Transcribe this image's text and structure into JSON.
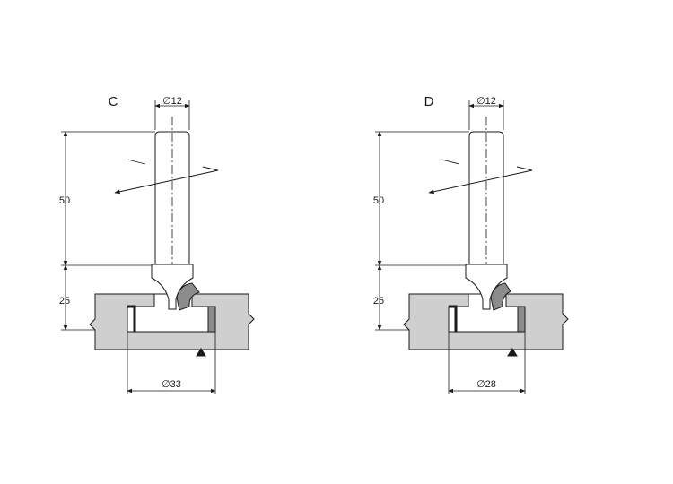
{
  "views": [
    {
      "id": "C",
      "label": "C",
      "shank_diameter": "∅12",
      "shank_length": "50",
      "cut_depth": "25",
      "cutter_diameter": "∅33",
      "colors": {
        "workpiece": "#cfcfcf",
        "cutter_section": "#8c8c8c"
      }
    },
    {
      "id": "D",
      "label": "D",
      "shank_diameter": "∅12",
      "shank_length": "50",
      "cut_depth": "25",
      "cutter_diameter": "∅28",
      "colors": {
        "workpiece": "#cfcfcf",
        "cutter_section": "#8c8c8c"
      }
    }
  ]
}
